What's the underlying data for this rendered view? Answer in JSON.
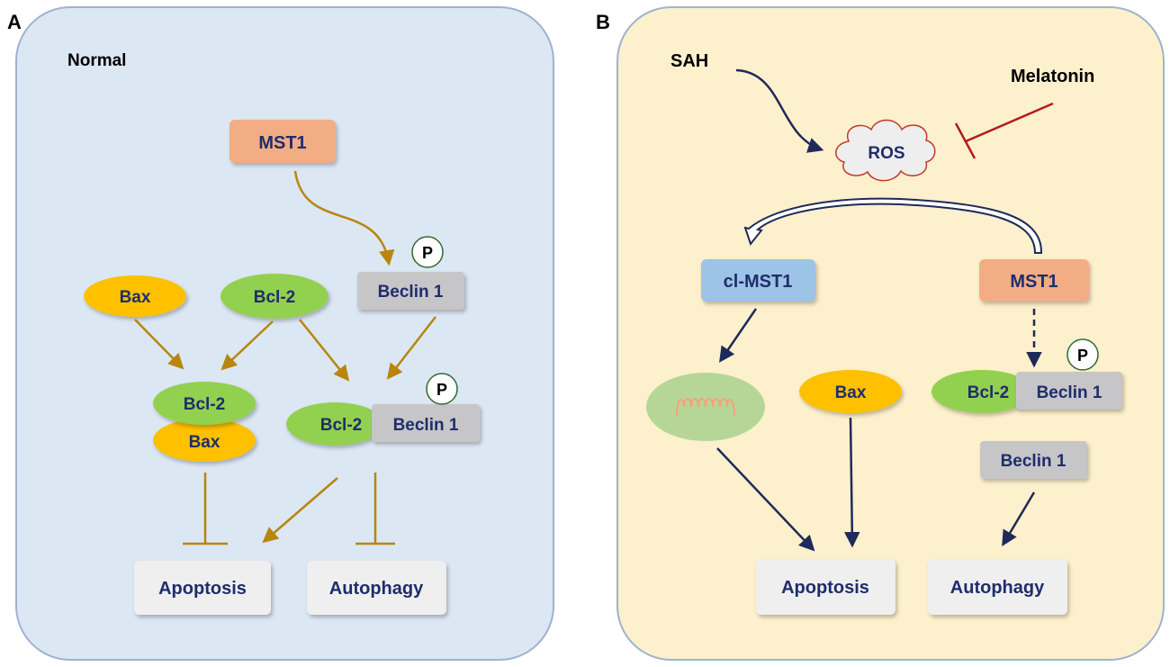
{
  "panel_a": {
    "letter": "A",
    "condition": "Normal",
    "nodes": {
      "mst1": "MST1",
      "phospho_top": "P",
      "beclin1_top": "Beclin 1",
      "bax_left": "Bax",
      "bcl2_left": "Bcl-2",
      "bcl2_complex": "Bcl-2",
      "bax_complex": "Bax",
      "bcl2_beclin_bcl2": "Bcl-2",
      "bcl2_beclin_beclin": "Beclin 1",
      "phospho_complex": "P",
      "apoptosis": "Apoptosis",
      "autophagy": "Autophagy"
    }
  },
  "panel_b": {
    "letter": "B",
    "nodes": {
      "sah": "SAH",
      "melatonin": "Melatonin",
      "ros": "ROS",
      "cl_mst1": "cl-MST1",
      "mst1": "MST1",
      "bax": "Bax",
      "bcl2": "Bcl-2",
      "beclin1_complex": "Beclin 1",
      "phospho": "P",
      "beclin1_free": "Beclin 1",
      "apoptosis": "Apoptosis",
      "autophagy": "Autophagy"
    }
  },
  "colors": {
    "panel_a_bg": "#dce7f4",
    "panel_b_bg": "#fdf0cc",
    "panel_border": "#9fb2cf",
    "mst1": "#f2ad84",
    "cl_mst1": "#9dc3e6",
    "bax": "#ffc000",
    "bcl2": "#92d050",
    "beclin": "#c6c6c8",
    "outcome_box": "#efefef",
    "arrow_a": "#b8860b",
    "arrow_b": "#1f2a5a",
    "inhibit_melatonin": "#b01c1c",
    "label_text": "#1f2d6b",
    "mitochondria": "#a9d18e",
    "mito_cristae": "#f4a27c"
  },
  "icons": [
    "phosphate-circle-icon",
    "ros-cloud-icon",
    "mitochondria-icon"
  ]
}
